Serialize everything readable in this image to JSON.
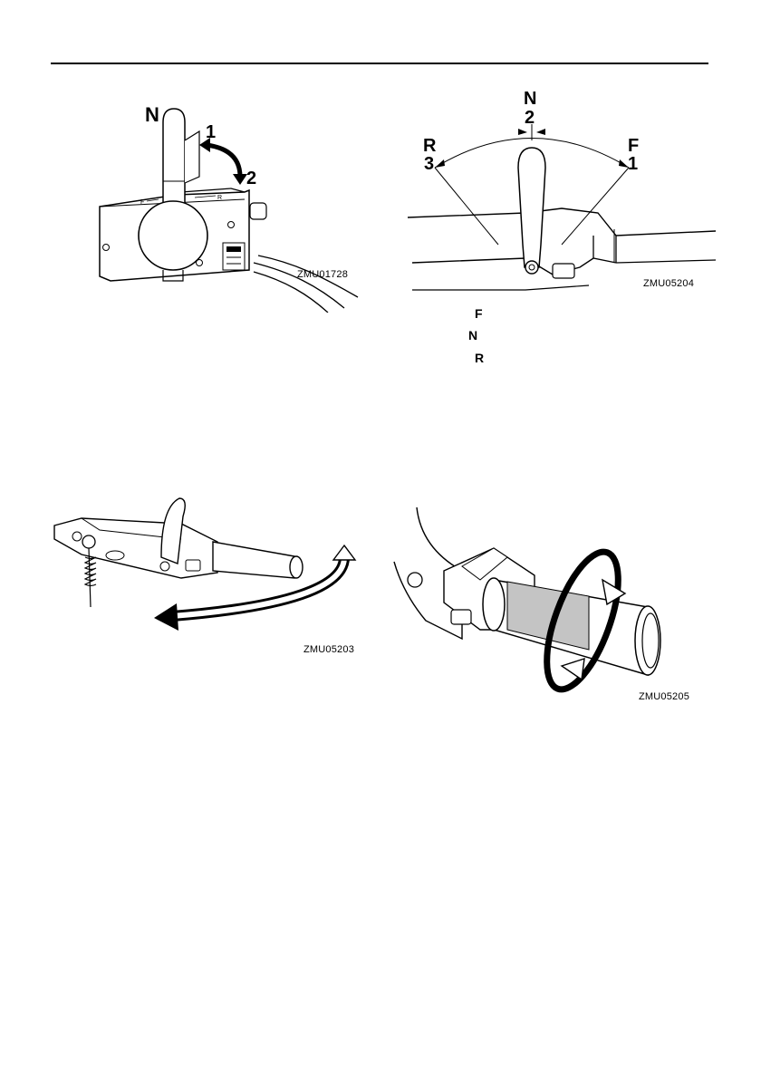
{
  "figures": {
    "fig1": {
      "code": "ZMU01728",
      "labels": {
        "neutral": "N",
        "step1": "1",
        "step2": "2"
      }
    },
    "fig2": {
      "code": "ZMU05204",
      "labels": {
        "neutral": "N",
        "neutral_num": "2",
        "reverse": "R",
        "reverse_num": "3",
        "forward": "F",
        "forward_num": "1"
      },
      "legend": [
        "F",
        "N",
        "R"
      ]
    },
    "fig3": {
      "code": "ZMU05203"
    },
    "fig4": {
      "code": "ZMU05205"
    }
  }
}
